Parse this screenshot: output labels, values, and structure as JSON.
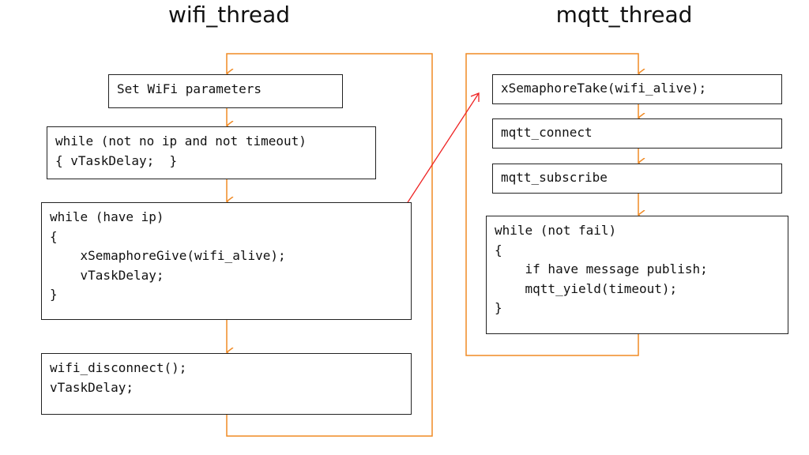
{
  "colors": {
    "flow_arrow": "#f08a24",
    "signal_arrow": "#ee2222",
    "box_border": "#222222"
  },
  "wifi_thread": {
    "title": "wifi_thread",
    "steps": [
      {
        "text": "Set WiFi parameters"
      },
      {
        "text": "while (not no ip and not timeout)\n{ vTaskDelay;  }"
      },
      {
        "text": "while (have ip)\n{\n    xSemaphoreGive(wifi_alive);\n    vTaskDelay;\n}"
      },
      {
        "text": "wifi_disconnect();\nvTaskDelay;"
      }
    ]
  },
  "mqtt_thread": {
    "title": "mqtt_thread",
    "steps": [
      {
        "text": "xSemaphoreTake(wifi_alive);"
      },
      {
        "text": "mqtt_connect"
      },
      {
        "text": "mqtt_subscribe"
      },
      {
        "text": "while (not fail)\n{\n    if have message publish;\n    mqtt_yield(timeout);\n}"
      }
    ]
  },
  "connections": [
    {
      "from": "wifi_thread.steps.2",
      "to": "mqtt_thread.steps.0",
      "type": "semaphore-signal"
    }
  ]
}
